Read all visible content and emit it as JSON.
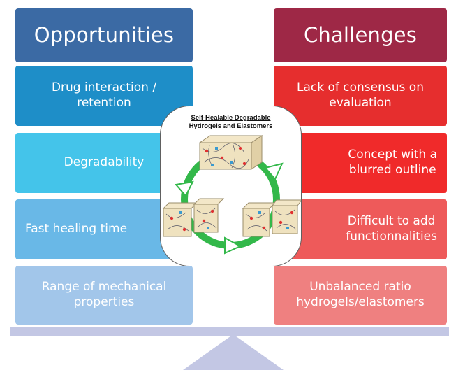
{
  "opportunities": {
    "title": "Opportunities",
    "items": [
      "Drug interaction  /\nretention",
      "Degradability",
      "Fast healing time",
      "Range of mechanical\nproperties"
    ]
  },
  "challenges": {
    "title": "Challenges",
    "items": [
      "Lack of consensus on\nevaluation",
      "Concept with a\nblurred outline",
      "Difficult to add\nfunctionnalities",
      "Unbalanced ratio\nhydrogels/elastomers"
    ]
  },
  "center": {
    "title": "Self-Healable Degradable\nHydrogels and Elastomers"
  },
  "colors": {
    "opportunities_header": "#3b6aa4",
    "challenges_header": "#9e2846",
    "cycle_arrow": "#33b84a",
    "balance": "#c3c7e4"
  }
}
